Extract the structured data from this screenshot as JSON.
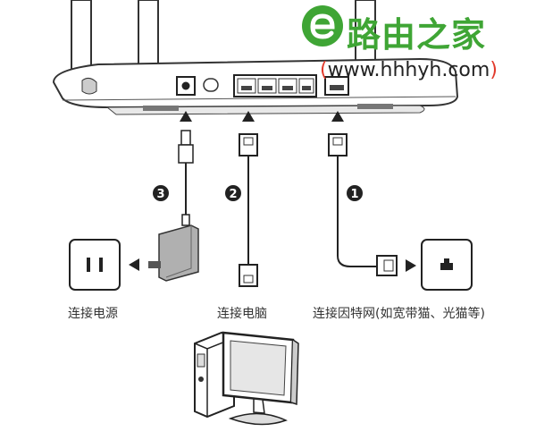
{
  "watermark": {
    "site_name": "路由之家",
    "url_open": "(",
    "url": "www.hhhyh.com",
    "url_close": ")",
    "brand_color": "#3fa535",
    "paren_color": "#e23a2c"
  },
  "steps": {
    "step1": {
      "number": "1",
      "label": "连接因特网(如宽带猫、光猫等)"
    },
    "step2": {
      "number": "2",
      "label": "连接电脑"
    },
    "step3": {
      "number": "3",
      "label": "连接电源"
    }
  },
  "icons": [
    "router",
    "power-port",
    "reset-button",
    "lan-port",
    "wan-port",
    "power-adapter",
    "wall-outlet",
    "ethernet-connector",
    "modem",
    "desktop-computer"
  ]
}
